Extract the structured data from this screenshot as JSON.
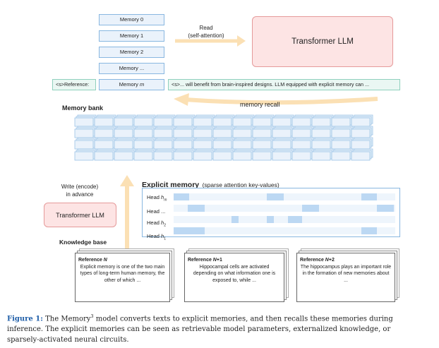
{
  "memories": [
    "Memory 0",
    "Memory 1",
    "Memory 2",
    "Memory ..."
  ],
  "memory_m": {
    "prefix": "Memory ",
    "suffix": "m"
  },
  "reference_tag": "<s>Reference:",
  "context_text": "<s>... will benefit from brain-inspired designs. LLM equipped with explicit memory can ...",
  "read_label_line1": "Read",
  "read_label_line2": "(self-attention)",
  "transformer_llm_top": "Transformer LLM",
  "memory_bank_label": "Memory bank",
  "memory_recall_label": "memory recall",
  "write_label_line1": "Write (encode)",
  "write_label_line2": "in advance",
  "transformer_llm_bottom": "Transformer LLM",
  "knowledge_base_label": "Knowledge base",
  "explicit_memory_title": "Explicit memory",
  "explicit_memory_subtitle": "(sparse attention key-values)",
  "heads": [
    {
      "prefix": "Head ",
      "sub": "h",
      "idx": "m",
      "label": "Head hm"
    },
    {
      "prefix": "Head ...",
      "sub": "",
      "idx": "",
      "label": "Head ..."
    },
    {
      "prefix": "Head ",
      "sub": "h",
      "idx": "2",
      "label": "Head h2"
    },
    {
      "prefix": "Head ",
      "sub": "h",
      "idx": "1",
      "label": "Head h1"
    }
  ],
  "references": [
    {
      "title_prefix": "Reference ",
      "title_var": "N",
      "title_suffix": "",
      "text": "Explicit memory is one of the two main types of long-term human memory, the other of which ..."
    },
    {
      "title_prefix": "Reference ",
      "title_var": "N",
      "title_suffix": "+1",
      "text": "Hippocampal cells are activated depending on what information one is exposed to, while ..."
    },
    {
      "title_prefix": "Reference ",
      "title_var": "N",
      "title_suffix": "+2",
      "text": "The hippocampus plays an important role in the formation of new memories about ..."
    }
  ],
  "caption": {
    "fig_label": "Figure 1:",
    "line1_a": "The Memory",
    "sup": "3",
    "line1_b": " model converts texts to explicit memories, and then recalls these memories during",
    "line2": "inference. The explicit memories can be seen as retrievable model parameters, externalized knowledge, or",
    "line3": "sparsely-activated neural circuits."
  },
  "colors": {
    "memory_fill": "#eaf2fb",
    "memory_border": "#88b7e0",
    "llm_fill": "#fde4e4",
    "llm_border": "#e59a9a",
    "arrow": "#fbe0b4",
    "tag_border": "#8fd0bd",
    "caption_accent": "#1f5ea8"
  }
}
